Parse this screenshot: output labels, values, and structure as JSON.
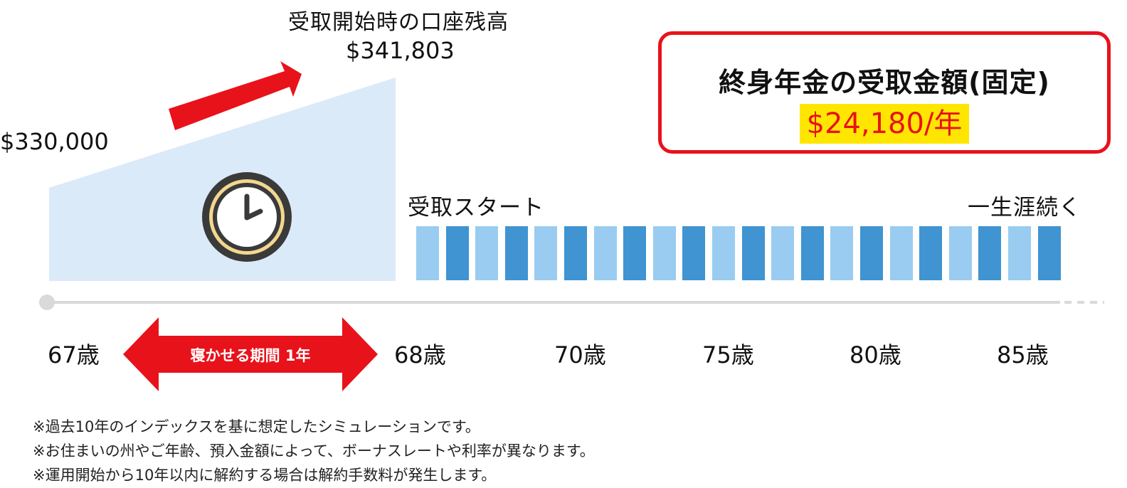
{
  "balance": {
    "start_label": "受取開始時の口座残高",
    "start_value": "$341,803",
    "initial_value": "$330,000"
  },
  "annuity": {
    "title": "終身年金の受取金額(固定)",
    "amount": "$24,180/年"
  },
  "payout": {
    "start_label": "受取スタート",
    "lifetime_label": "一生涯続く",
    "bar_count": 22,
    "bar_colors": [
      "#99ccf0",
      "#3f94d1"
    ]
  },
  "deferral": {
    "label": "寝かせる期間 1年"
  },
  "ages": [
    "67歳",
    "68歳",
    "70歳",
    "75歳",
    "80歳",
    "85歳"
  ],
  "notes": [
    "※過去10年のインデックスを基に想定したシミュレーションです。",
    "※お住まいの州やご年齢、預入金額によって、ボーナスレートや利率が異なります。",
    "※運用開始から10年以内に解約する場合は解約手数料が発生します。"
  ],
  "colors": {
    "accent_red": "#e8121b",
    "highlight_yellow": "#ffe600",
    "growth_fill": "#dbeaf9",
    "clock_ring": "#f2d78e",
    "timeline_gray": "#d9d9d9"
  }
}
